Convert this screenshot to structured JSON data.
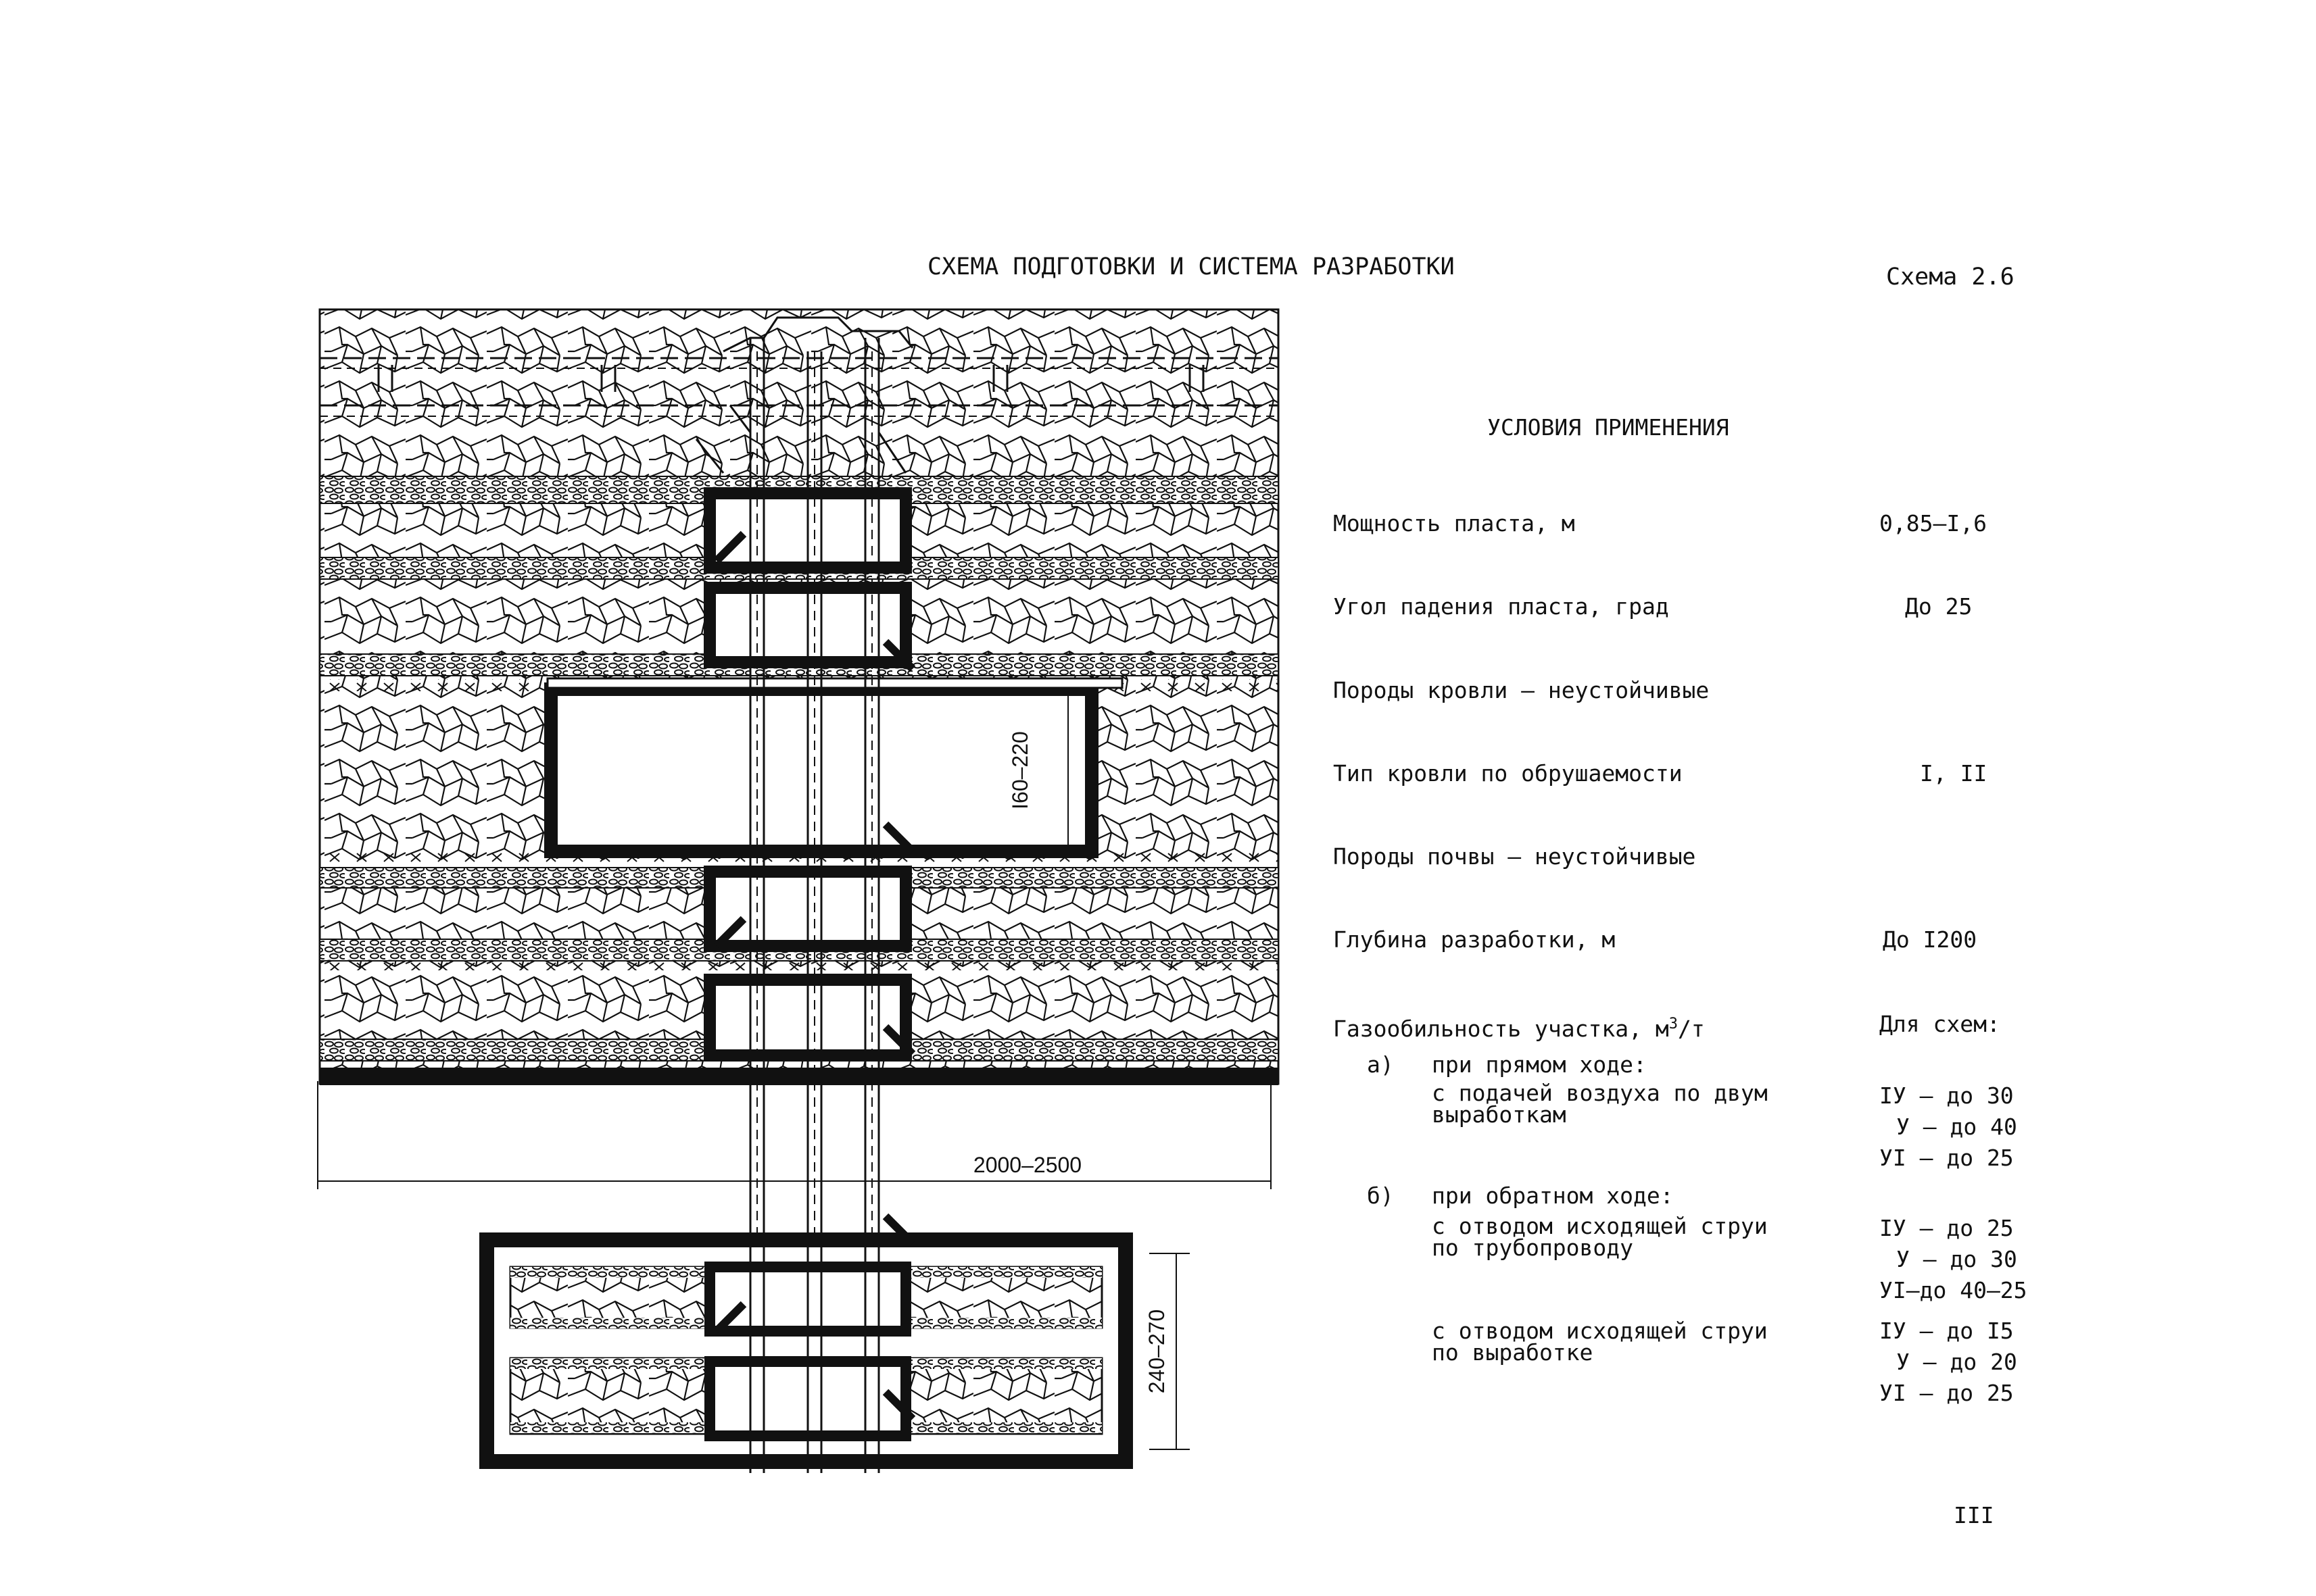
{
  "header": {
    "title": "СХЕМА ПОДГОТОВКИ И СИСТЕМА РАЗРАБОТКИ",
    "scheme_number": "Схема 2.6"
  },
  "drawing": {
    "dim_height_roadway": "I60–220",
    "dim_length": "2000–2500",
    "dim_height_bottom": "240–270"
  },
  "conditions": {
    "heading": "УСЛОВИЯ ПРИМЕНЕНИЯ",
    "rows": [
      {
        "label": "Мощность пласта, м",
        "value": "0,85–I,6"
      },
      {
        "label": "Угол падения пласта, град",
        "value": "До 25"
      },
      {
        "label": "Породы кровли – неустойчивые",
        "value": ""
      },
      {
        "label": "Тип кровли по обрушаемости",
        "value": "I, II"
      },
      {
        "label": "Породы почвы – неустойчивые",
        "value": ""
      },
      {
        "label": "Глубина разработки, м",
        "value": "До I200"
      }
    ],
    "gas": {
      "label_prefix": "Газообильность участка, м",
      "label_sup": "3",
      "label_suffix": "/т",
      "value": "Для схем:",
      "a_marker": "а)",
      "a_title": "при прямом ходе:",
      "a_sub_line1": "с подачей воздуха по двум",
      "a_sub_line2": "выработкам",
      "a_values": [
        "IУ – до 30",
        "У – до 40",
        "УI – до 25"
      ],
      "b_marker": "б)",
      "b_title": "при обратном ходе:",
      "b1_line1": "с отводом исходящей струи",
      "b1_line2": "по трубопроводу",
      "b1_values": [
        "IУ – до 25",
        "У – до 30",
        "УI–до 40–25"
      ],
      "b2_line1": "с отводом исходящей струи",
      "b2_line2": "по выработке",
      "b2_values": [
        "IУ – до I5",
        "У – до 20",
        "УI – до 25"
      ]
    }
  },
  "page_number": "III"
}
